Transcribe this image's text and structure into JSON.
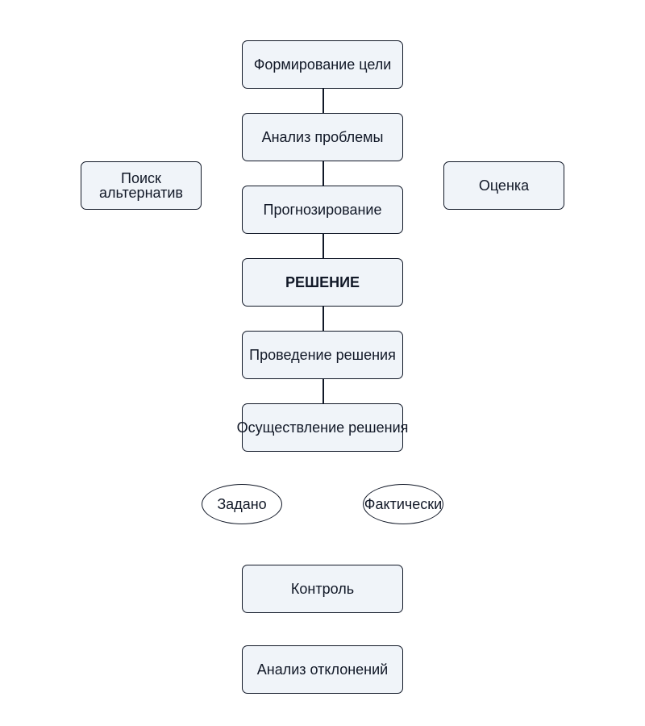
{
  "diagram": {
    "nodes": {
      "goal": "Формирование цели",
      "problem_analysis": "Анализ проблемы",
      "forecasting": "Прогнозирование",
      "decision": "РЕШЕНИЕ",
      "conducting": "Проведение решения",
      "implementation": "Осуществление решения",
      "control": "Контроль",
      "deviation_analysis": "Анализ отклонений",
      "search_alternatives": "Поиск альтернатив",
      "evaluation": "Оценка"
    },
    "ellipses": {
      "given": "Задано",
      "actual": "Фактически"
    },
    "colors": {
      "node_fill": "#f0f4f9",
      "stroke": "#111827",
      "background": "#ffffff"
    }
  }
}
